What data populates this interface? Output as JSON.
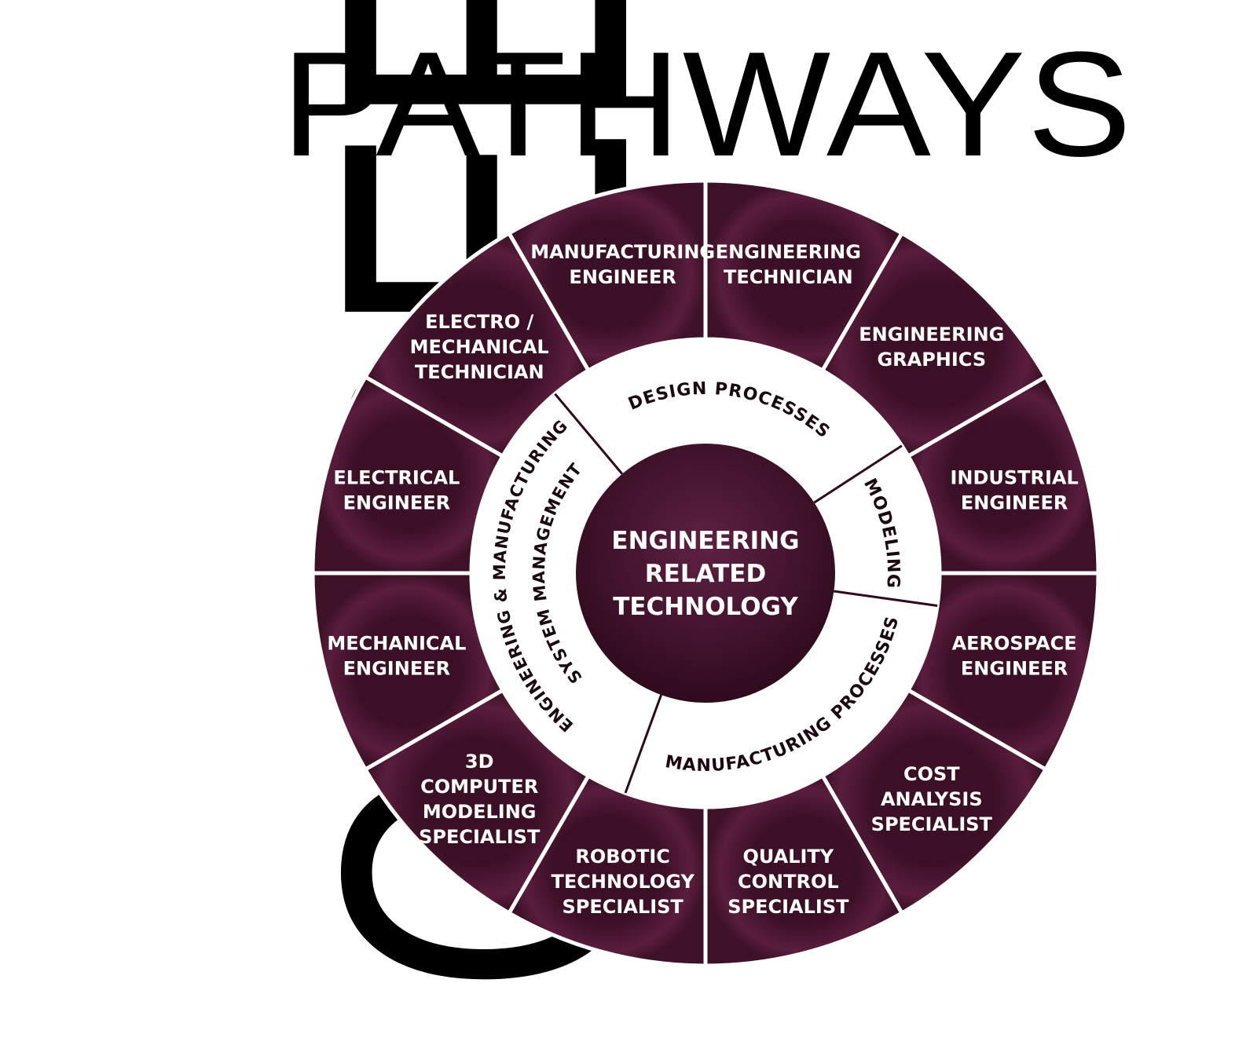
{
  "title": {
    "word_vertical": "CAREER",
    "word_horizontal": "PATHWAYS"
  },
  "hub": {
    "lines": [
      "ENGINEERING",
      "RELATED",
      "TECHNOLOGY"
    ]
  },
  "ring": [
    {
      "id": "design",
      "text": "DESIGN PROCESSES"
    },
    {
      "id": "modeling",
      "text": "MODELING"
    },
    {
      "id": "manufacturing",
      "text": "MANUFACTURING PROCESSES"
    },
    {
      "id": "systems_outer",
      "text": "ENGINEERING & MANUFACTURING"
    },
    {
      "id": "systems_inner",
      "text": "SYSTEM MANAGEMENT"
    }
  ],
  "careers": [
    {
      "lines": [
        "ENGINEERING",
        "TECHNICIAN"
      ]
    },
    {
      "lines": [
        "ENGINEERING",
        "GRAPHICS"
      ]
    },
    {
      "lines": [
        "INDUSTRIAL",
        "ENGINEER"
      ]
    },
    {
      "lines": [
        "AEROSPACE",
        "ENGINEER"
      ]
    },
    {
      "lines": [
        "COST",
        "ANALYSIS",
        "SPECIALIST"
      ]
    },
    {
      "lines": [
        "QUALITY",
        "CONTROL",
        "SPECIALIST"
      ]
    },
    {
      "lines": [
        "ROBOTIC",
        "TECHNOLOGY",
        "SPECIALIST"
      ]
    },
    {
      "lines": [
        "3D",
        "COMPUTER",
        "MODELING",
        "SPECIALIST"
      ]
    },
    {
      "lines": [
        "MECHANICAL",
        "ENGINEER"
      ]
    },
    {
      "lines": [
        "ELECTRICAL",
        "ENGINEER"
      ]
    },
    {
      "lines": [
        "ELECTRO /",
        "MECHANICAL",
        "TECHNICIAN"
      ]
    },
    {
      "lines": [
        "MANUFACTURING",
        "ENGINEER"
      ]
    }
  ],
  "colors": {
    "maroon": "#4a1430",
    "maroon_light": "#6b2a4c",
    "maroon_dark": "#2e0a1c",
    "ink": "#000000",
    "paper": "#ffffff"
  }
}
